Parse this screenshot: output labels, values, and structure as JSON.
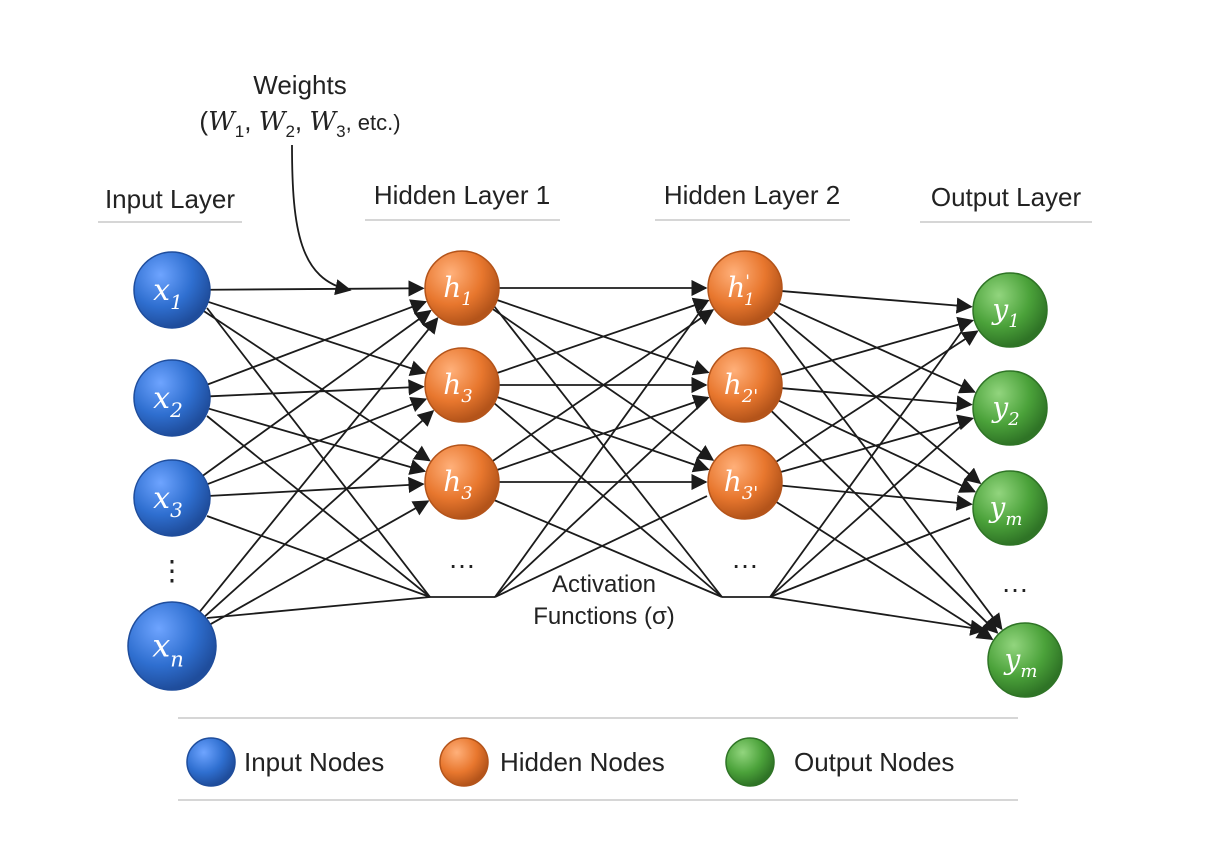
{
  "weights_annotation": {
    "title": "Weights",
    "formula_prefix": "(",
    "symbols": [
      "W",
      "W",
      "W"
    ],
    "subscripts": [
      "1",
      "2",
      "3"
    ],
    "suffix": ", etc.)"
  },
  "layers": {
    "input": {
      "title": "Input Layer",
      "nodes": [
        {
          "base": "x",
          "sub": "1"
        },
        {
          "base": "x",
          "sub": "2"
        },
        {
          "base": "x",
          "sub": "3"
        },
        {
          "base": "x",
          "sub": "n"
        }
      ],
      "ellipsis": "⋮"
    },
    "hidden1": {
      "title": "Hidden Layer 1",
      "nodes": [
        {
          "base": "h",
          "sub": "1"
        },
        {
          "base": "h",
          "sub": "3"
        },
        {
          "base": "h",
          "sub": "3"
        }
      ],
      "ellipsis": "…"
    },
    "hidden2": {
      "title": "Hidden Layer 2",
      "nodes": [
        {
          "base": "h",
          "sub": "1",
          "sup": "'"
        },
        {
          "base": "h",
          "sub": "2'"
        },
        {
          "base": "h",
          "sub": "3'"
        }
      ],
      "ellipsis": "…"
    },
    "output": {
      "title": "Output Layer",
      "nodes": [
        {
          "base": "y",
          "sub": "1"
        },
        {
          "base": "y",
          "sub": "2"
        },
        {
          "base": "y",
          "sub": "m"
        },
        {
          "base": "y",
          "sub": "m"
        }
      ],
      "ellipsis": "…"
    }
  },
  "activation_annotation": {
    "line1": "Activation",
    "line2": "Functions (σ)"
  },
  "legend": {
    "input": "Input Nodes",
    "hidden": "Hidden Nodes",
    "output": "Output Nodes"
  },
  "colors": {
    "input_node": "#2f6fd0",
    "hidden_node": "#e8772e",
    "output_node": "#4ba23a"
  }
}
